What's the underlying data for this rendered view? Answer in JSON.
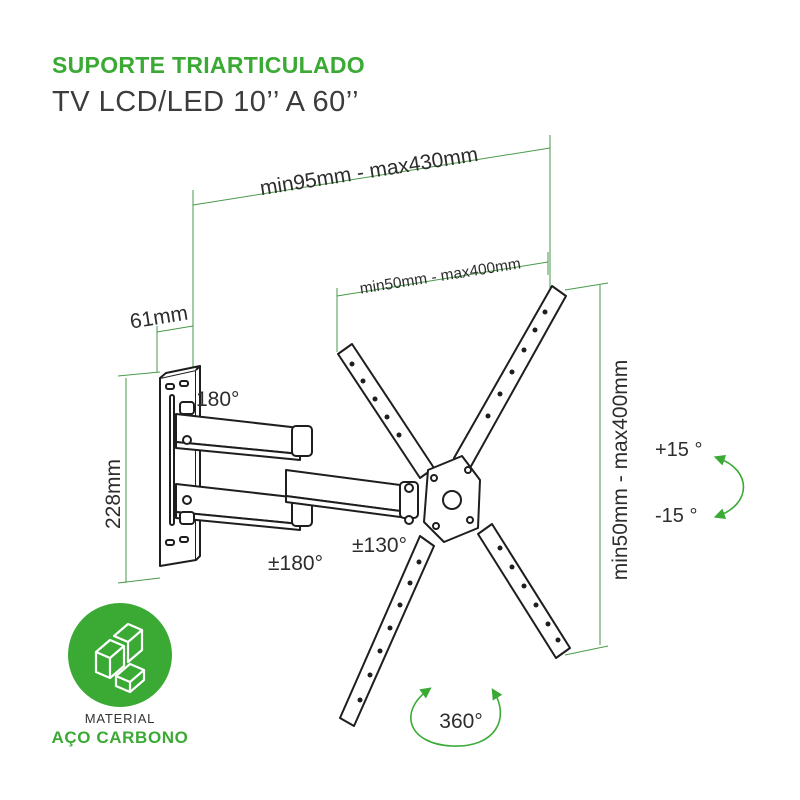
{
  "header": {
    "title": "SUPORTE TRIARTICULADO",
    "subtitle": "TV LCD/LED 10’’ A 60’’"
  },
  "dimensions": {
    "arm_extension": "min95mm - max430mm",
    "horizontal_vesa": "min50mm - max400mm",
    "vertical_vesa": "min50mm - max400mm",
    "wall_depth": "61mm",
    "wall_plate_height": "228mm"
  },
  "angles": {
    "wall_joint": "180°",
    "arm_joint": "±180°",
    "swivel": "±130°",
    "tilt_up": "+15 °",
    "tilt_down": "-15 °",
    "rotation": "360°"
  },
  "material": {
    "label": "MATERIAL",
    "value": "AÇO CARBONO"
  },
  "colors": {
    "brand_green": "#3aaa35",
    "line_dark": "#1e1e1e",
    "dimension_line": "#4a9a4a"
  },
  "icons": {
    "material_badge": "steel-beams-icon"
  }
}
